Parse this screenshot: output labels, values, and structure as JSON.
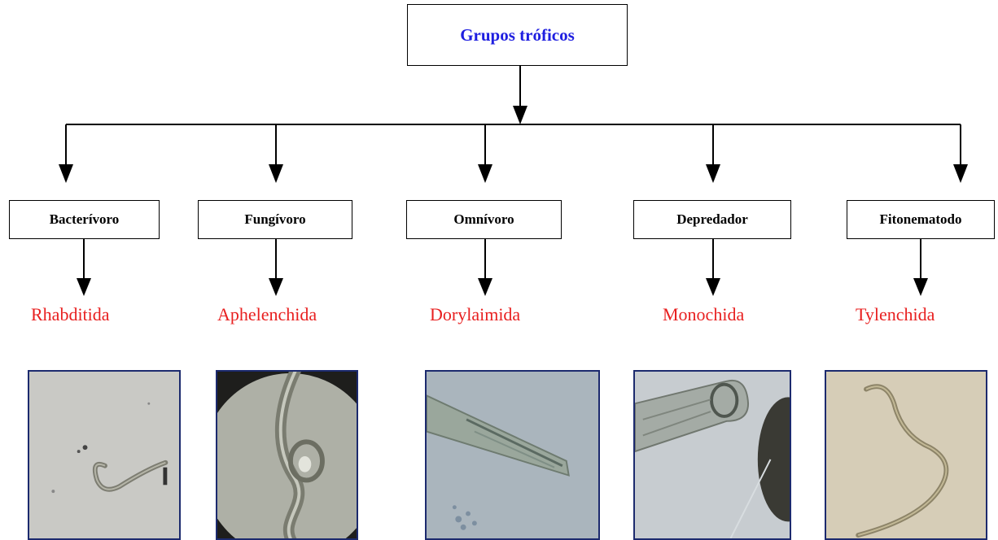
{
  "title": "Grupos tróficos",
  "colors": {
    "title": "#1f1fe0",
    "order": "#e82020",
    "lines": "#000000",
    "photo_border": "#1c2a6e"
  },
  "groups": [
    {
      "label": "Bacterívoro",
      "order": "Rhabditida"
    },
    {
      "label": "Fungívoro",
      "order": "Aphelenchida"
    },
    {
      "label": "Omnívoro",
      "order": "Dorylaimida"
    },
    {
      "label": "Depredador",
      "order": "Monochida"
    },
    {
      "label": "Fitonematodo",
      "order": "Tylenchida"
    }
  ]
}
